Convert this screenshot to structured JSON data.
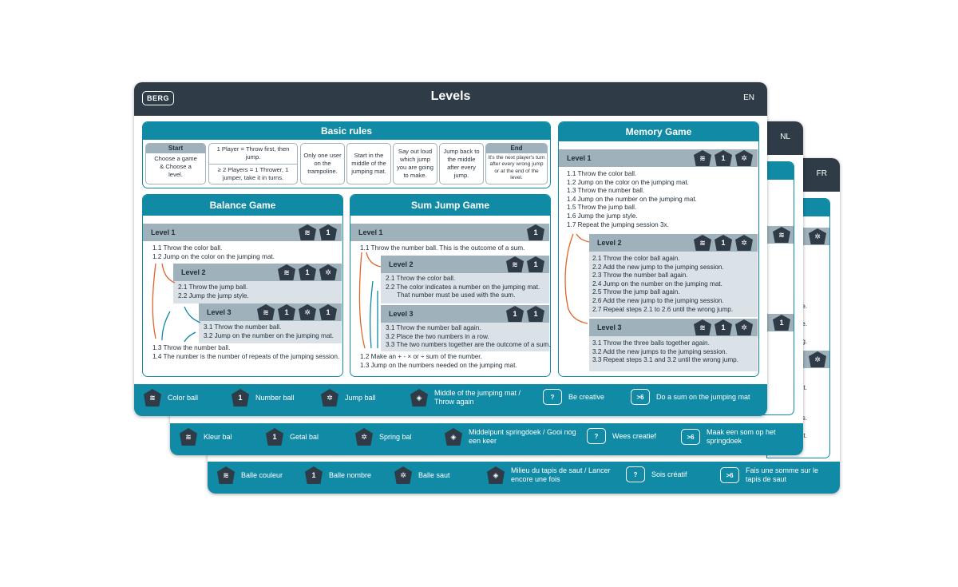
{
  "cards": {
    "fr": {
      "lang": "FR",
      "legend": [
        {
          "icon": "",
          "label": "Balle couleur"
        },
        {
          "icon": "1",
          "label": "Balle nombre"
        },
        {
          "icon": "",
          "label": "Balle saut"
        },
        {
          "icon": "",
          "label": "Milieu du tapis de saut / Lancer encore une fois"
        },
        {
          "icon": "?",
          "label": "Sois créatif"
        },
        {
          "icon": ">6",
          "label": "Fais une somme sur le tapis de saut"
        }
      ],
      "side_text": [
        "essie.",
        "essie.",
        "rong.",
        "is saut.",
        "fois.",
        "is saut."
      ]
    },
    "nl": {
      "lang": "NL",
      "legend": [
        {
          "icon": "",
          "label": "Kleur bal"
        },
        {
          "icon": "1",
          "label": "Getal bal"
        },
        {
          "icon": "",
          "label": "Spring bal"
        },
        {
          "icon": "",
          "label": "Middelpunt springdoek / Gooi nog een keer"
        },
        {
          "icon": "?",
          "label": "Wees creatief"
        },
        {
          "icon": ">6",
          "label": "Maak een som op het springdoek"
        }
      ]
    },
    "en": {
      "logo": "BERG",
      "title": "Levels",
      "lang": "EN",
      "basic_rules": {
        "title": "Basic rules",
        "start_title": "Start",
        "start_text": "Choose a game & Choose a level.",
        "players_1": "1 Player = Throw first, then jump.",
        "players_2": "≥ 2 Players = 1 Thrower, 1 jumper, take it in turns.",
        "rules": [
          "Only one user on the trampoline.",
          "Start in the middle of the jumping mat.",
          "Say out loud which jump you are going to make.",
          "Jump back to the middle after every jump."
        ],
        "end_title": "End",
        "end_text": "It's the next player's turn after every wrong jump or at the end of the level."
      },
      "balance": {
        "title": "Balance Game",
        "level1": "Level 1",
        "level2": "Level 2",
        "level3": "Level 3",
        "l1_lines": [
          "1.1 Throw the color ball.",
          "1.2 Jump on the color on the jumping mat."
        ],
        "l2_lines": [
          "2.1 Throw the jump ball.",
          "2.2 Jump the jump style."
        ],
        "l3_lines": [
          "3.1 Throw the number ball.",
          "3.2 Jump on the number on the jumping mat."
        ],
        "end_lines": [
          "1.3 Throw the number ball.",
          "1.4 The number is the number of repeats of the jumping session."
        ]
      },
      "sum": {
        "title": "Sum Jump Game",
        "level1": "Level 1",
        "level2": "Level 2",
        "level3": "Level 3",
        "l1_lines": [
          "1.1 Throw the number ball. This is the outcome of a sum."
        ],
        "l2_lines": [
          "2.1 Throw the color ball.",
          "2.2 The color indicates a number on the jumping mat.",
          "That number must be used with the sum."
        ],
        "l3_lines": [
          "3.1 Throw the number ball again.",
          "3.2 Place the two numbers in a row.",
          "3.3 The two numbers together are the outcome of a sum."
        ],
        "end_lines": [
          "1.2 Make an + - × or ÷ sum of the number.",
          "1.3 Jump on the numbers needed on the jumping mat."
        ]
      },
      "memory": {
        "title": "Memory Game",
        "level1": "Level 1",
        "level2": "Level 2",
        "level3": "Level 3",
        "l1_lines": [
          "1.1 Throw the color ball.",
          "1.2 Jump on the color on the jumping mat.",
          "1.3 Throw the number ball.",
          "1.4 Jump on the number on the jumping mat.",
          "1.5 Throw the jump ball.",
          "1.6 Jump the jump style.",
          "1.7 Repeat the jumping session 3x."
        ],
        "l2_lines": [
          "2.1 Throw the color ball again.",
          "2.2 Add the new jump to the jumping session.",
          "2.3 Throw the number ball again.",
          "2.4 Jump on the number on the jumping mat.",
          "2.5 Throw the jump ball again.",
          "2.6 Add the new jump to the jumping session.",
          "2.7 Repeat steps 2.1 to 2.6 until the wrong jump."
        ],
        "l3_lines": [
          "3.1 Throw the three balls together again.",
          "3.2 Add the new jumps to the jumping session.",
          "3.3 Repeat steps 3.1 and 3.2 until the wrong jump."
        ]
      },
      "legend": [
        {
          "icon": "",
          "label": "Color ball"
        },
        {
          "icon": "1",
          "label": "Number ball"
        },
        {
          "icon": "",
          "label": "Jump ball"
        },
        {
          "icon": "",
          "label": "Middle of the jumping mat / Throw again"
        },
        {
          "icon": "?",
          "label": "Be creative"
        },
        {
          "icon": ">6",
          "label": "Do a sum on the jumping mat"
        }
      ]
    }
  },
  "colors": {
    "teal": "#118aa6",
    "dark": "#2f3b47",
    "grey": "#9fb1bb",
    "light": "#dbe2e7",
    "orange": "#e0642a"
  }
}
